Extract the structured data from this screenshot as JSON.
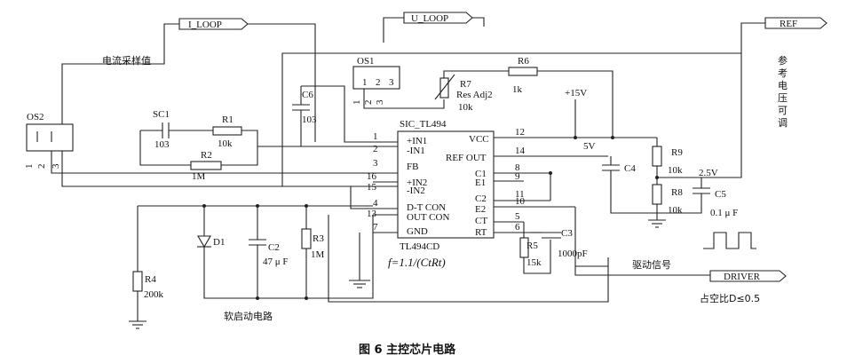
{
  "ports": {
    "i_loop": "I_LOOP",
    "u_loop": "U_LOOP",
    "ref": "REF",
    "driver": "DRIVER"
  },
  "notes": {
    "current_sample": "电流采样值",
    "ref_voltage": "参考电压可调",
    "soft_start": "软启动电路",
    "drive_signal": "驱动信号",
    "duty": "占空比D≤0.5",
    "formula": "f=1.1/(CtRt)",
    "v15": "+15V",
    "v5": "5V",
    "v25": "2.5V"
  },
  "chip": {
    "name": "SIC_TL494",
    "part": "TL494CD",
    "left_pins": [
      {
        "num": "1",
        "label": "+IN1"
      },
      {
        "num": "2",
        "label": "-IN1"
      },
      {
        "num": "3",
        "label": "FB"
      },
      {
        "num": "16",
        "label": "+IN2"
      },
      {
        "num": "15",
        "label": "-IN2"
      },
      {
        "num": "4",
        "label": "D-T CON"
      },
      {
        "num": "13",
        "label": "OUT CON"
      },
      {
        "num": "7",
        "label": "GND"
      }
    ],
    "right_pins": [
      {
        "num": "12",
        "label": "VCC"
      },
      {
        "num": "14",
        "label": "REF OUT"
      },
      {
        "num": "8",
        "label": "C1"
      },
      {
        "num": "9",
        "label": "E1"
      },
      {
        "num": "11",
        "label": "C2"
      },
      {
        "num": "10",
        "label": "E2"
      },
      {
        "num": "5",
        "label": "CT"
      },
      {
        "num": "6",
        "label": "RT"
      }
    ]
  },
  "components": {
    "os1": "OS1",
    "os2": "OS2",
    "sc1": {
      "label": "SC1",
      "value": "103"
    },
    "r1": {
      "label": "R1",
      "value": "10k"
    },
    "r2": {
      "label": "R2",
      "value": "1M"
    },
    "c6": {
      "label": "C6",
      "value": "103"
    },
    "r6": {
      "label": "R6",
      "value": "1k"
    },
    "r7": {
      "label": "R7",
      "type": "Res Adj2",
      "value": "10k"
    },
    "r9": {
      "label": "R9",
      "value": "10k"
    },
    "r8": {
      "label": "R8",
      "value": "10k"
    },
    "c4": {
      "label": "C4"
    },
    "c5": {
      "label": "C5",
      "value": "0.1 μ F"
    },
    "r5": {
      "label": "R5",
      "value": "15k"
    },
    "c3": {
      "label": "C3",
      "value": "1000pF"
    },
    "d1": {
      "label": "D1"
    },
    "c2": {
      "label": "C2",
      "value": "47 μ F"
    },
    "r3": {
      "label": "R3",
      "value": "1M"
    },
    "r4": {
      "label": "R4",
      "value": "200k"
    }
  },
  "caption": "图 6   主控芯片电路"
}
